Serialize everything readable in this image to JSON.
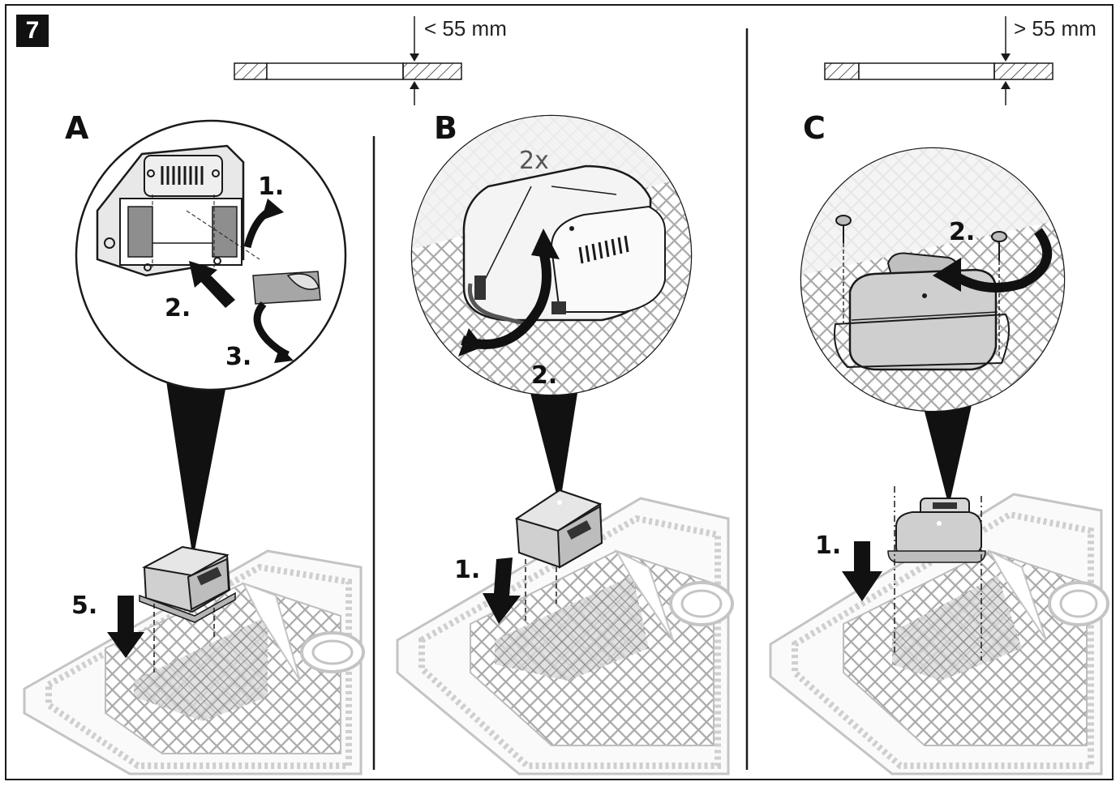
{
  "figure_number": "7",
  "panels": [
    {
      "letter": "A",
      "steps": [
        "1.",
        "2.",
        "3.",
        "5."
      ]
    },
    {
      "letter": "B",
      "count": "2x",
      "steps": [
        "2.",
        "1."
      ]
    },
    {
      "letter": "C",
      "steps": [
        "2.",
        "1."
      ]
    }
  ],
  "thickness": {
    "thin": "< 55 mm",
    "thick": "> 55 mm"
  },
  "colors": {
    "line": "#1a1a1a",
    "device_fill": "#d4d4d4",
    "grid": "#bdbdbd",
    "frame": "#c8c8c8"
  }
}
